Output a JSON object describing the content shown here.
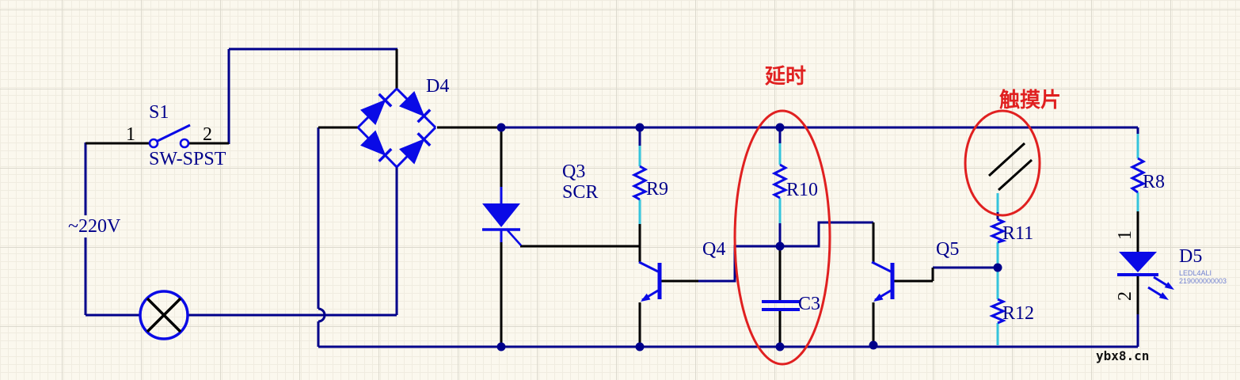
{
  "labels": {
    "power": "~220V",
    "switch_ref": "S1",
    "switch_type": "SW-SPST",
    "switch_pin1": "1",
    "switch_pin2": "2",
    "bridge_ref": "D4",
    "scr_ref": "Q3",
    "scr_type": "SCR",
    "r9": "R9",
    "r10": "R10",
    "r11": "R11",
    "r12": "R12",
    "r8": "R8",
    "q4": "Q4",
    "q5": "Q5",
    "c3": "C3",
    "led_ref": "D5",
    "led_pin1": "1",
    "led_pin2": "2",
    "led_part": "LEDL4ALI",
    "led_serial": "219000000003",
    "annotation_delay": "延时",
    "annotation_touch": "触摸片",
    "watermark": "ybx8.cn"
  },
  "colors": {
    "background": "#FBF8EE",
    "wire_navy": "#00008B",
    "wire_black": "#000000",
    "component_blue": "#0A0AE6",
    "net_highlight_cyan": "#35C4DC",
    "annotation_red": "#E02020",
    "label_navy": "#00008B",
    "led_subtext_blue": "#7080D0"
  }
}
